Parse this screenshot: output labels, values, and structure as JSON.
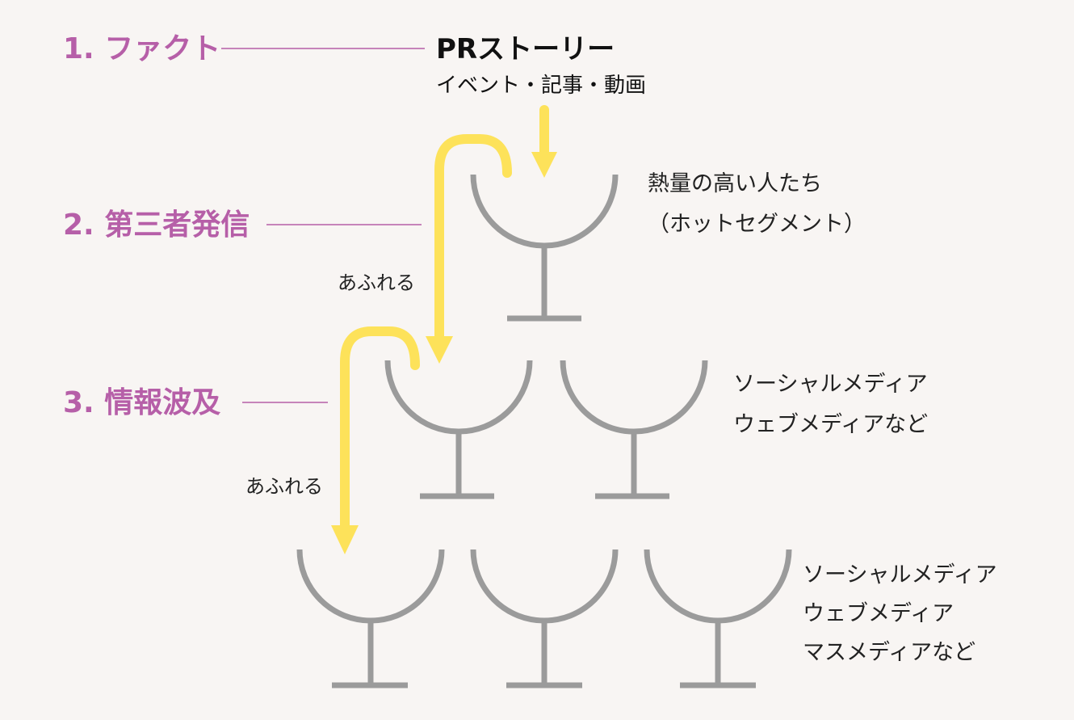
{
  "steps": [
    {
      "label": "1. ファクト"
    },
    {
      "label": "2. 第三者発信"
    },
    {
      "label": "3. 情報波及"
    }
  ],
  "source": {
    "title": "PRストーリー",
    "subtitle": "イベント・記事・動画"
  },
  "overflow_labels": [
    "あふれる",
    "あふれる"
  ],
  "tiers": [
    {
      "lines": [
        "熱量の高い人たち",
        "（ホットセグメント）"
      ]
    },
    {
      "lines": [
        "ソーシャルメディア",
        "ウェブメディアなど"
      ]
    },
    {
      "lines": [
        "ソーシャルメディア",
        "ウェブメディア",
        "マスメディアなど"
      ]
    }
  ],
  "colors": {
    "step_label": "#b65fa8",
    "flow_arrow": "#fde25a",
    "glass": "#9b9b9b",
    "background": "#f8f5f3"
  }
}
